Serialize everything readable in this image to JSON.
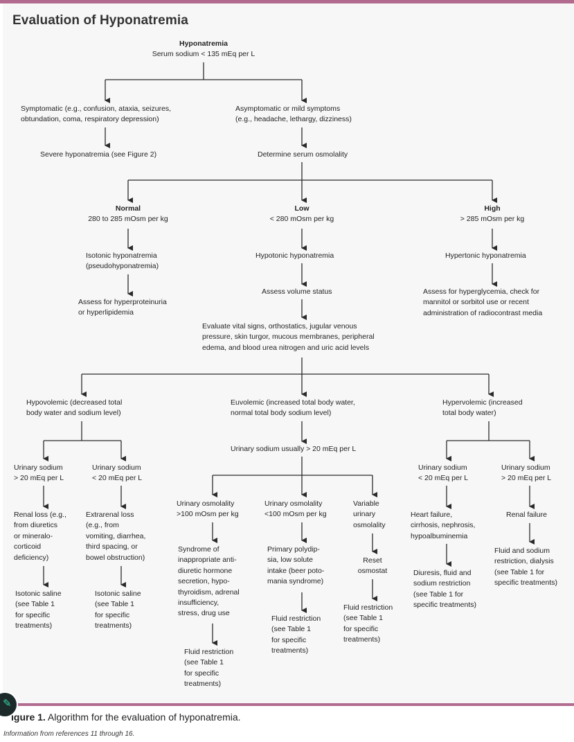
{
  "header": {
    "title": "Evaluation of Hyponatremia"
  },
  "root": {
    "title": "Hyponatremia",
    "detail": "Serum sodium < 135 mEq per L"
  },
  "symptomatic": {
    "line1": "Symptomatic (e.g., confusion, ataxia, seizures,",
    "line2": "obtundation, coma, respiratory depression)"
  },
  "asymptomatic": {
    "line1": "Asymptomatic or mild symptoms",
    "line2": "(e.g., headache, lethargy, dizziness)"
  },
  "severe": {
    "text": "Severe hyponatremia (see Figure 2)"
  },
  "determine_osm": {
    "text": "Determine serum osmolality"
  },
  "normal": {
    "title": "Normal",
    "detail": "280 to 285 mOsm per kg"
  },
  "low": {
    "title": "Low",
    "detail": "< 280 mOsm per kg"
  },
  "high": {
    "title": "High",
    "detail": "> 285 mOsm per kg"
  },
  "isotonic": {
    "line1": "Isotonic hyponatremia",
    "line2": "(pseudohyponatremia)"
  },
  "hypotonic": {
    "text": "Hypotonic hyponatremia"
  },
  "hypertonic": {
    "text": "Hypertonic hyponatremia"
  },
  "assess_protein": {
    "line1": "Assess for hyperproteinuria",
    "line2": "or hyperlipidemia"
  },
  "assess_volume": {
    "text": "Assess volume status"
  },
  "assess_glycemia": {
    "line1": "Assess for hyperglycemia, check for",
    "line2": "mannitol or sorbitol use or recent",
    "line3": "administration of radiocontrast media"
  },
  "evaluate_vitals": {
    "line1": "Evaluate vital signs, orthostatics, jugular venous",
    "line2": "pressure, skin turgor, mucous membranes, peripheral",
    "line3": "edema, and blood urea nitrogen and uric acid levels"
  },
  "hypovolemic": {
    "line1": "Hypovolemic (decreased total",
    "line2": "body water and sodium level)"
  },
  "euvolemic": {
    "line1": "Euvolemic (increased total body water,",
    "line2": "normal total body sodium level)"
  },
  "hypervolemic": {
    "line1": "Hypervolemic (increased",
    "line2": "total body water)"
  },
  "urinary_eu": {
    "text": "Urinary sodium usually > 20 mEq per L"
  },
  "hypo_high_na": {
    "line1": "Urinary sodium",
    "line2": "> 20 mEq per L"
  },
  "hypo_low_na": {
    "line1": "Urinary sodium",
    "line2": "< 20 mEq per L"
  },
  "hyper_low_na": {
    "line1": "Urinary sodium",
    "line2": "< 20 mEq per L"
  },
  "hyper_high_na": {
    "line1": "Urinary sodium",
    "line2": "> 20 mEq per L"
  },
  "eu_osm_high": {
    "line1": "Urinary osmolality",
    "line2": ">100 mOsm per kg"
  },
  "eu_osm_low": {
    "line1": "Urinary osmolality",
    "line2": "<100 mOsm per kg"
  },
  "eu_osm_var": {
    "line1": "Variable",
    "line2": "urinary",
    "line3": "osmolality"
  },
  "renal_loss": {
    "lines": [
      "Renal loss (e.g.,",
      "from diuretics",
      "or mineralo-",
      "corticoid",
      "deficiency)"
    ]
  },
  "extrarenal_loss": {
    "lines": [
      "Extrarenal loss",
      "(e.g., from",
      "vomiting, diarrhea,",
      "third spacing, or",
      "bowel obstruction)"
    ]
  },
  "siadh": {
    "lines": [
      "Syndrome of",
      "inappropriate anti-",
      "diuretic hormone",
      "secretion, hypo-",
      "thyroidism, adrenal",
      "insufficiency,",
      "stress, drug use"
    ]
  },
  "polydipsia": {
    "lines": [
      "Primary polydip-",
      "sia, low solute",
      "intake (beer poto-",
      "mania syndrome)"
    ]
  },
  "reset_osmostat": {
    "line1": "Reset",
    "line2": "osmostat"
  },
  "heart_failure": {
    "lines": [
      "Heart failure,",
      "cirrhosis, nephrosis,",
      "hypoalbuminemia"
    ]
  },
  "renal_failure": {
    "text": "Renal failure"
  },
  "saline_1": {
    "lines": [
      "Isotonic saline",
      "(see Table 1",
      "for specific",
      "treatments)"
    ]
  },
  "saline_2": {
    "lines": [
      "Isotonic saline",
      "(see Table 1",
      "for specific",
      "treatments)"
    ]
  },
  "fluid_restr_1": {
    "lines": [
      "Fluid restriction",
      "(see Table 1",
      "for specific",
      "treatments)"
    ]
  },
  "fluid_restr_2": {
    "lines": [
      "Fluid restriction",
      "(see Table 1",
      "for specific",
      "treatments)"
    ]
  },
  "fluid_restr_3": {
    "lines": [
      "Fluid restriction",
      "(see Table 1",
      "for specific",
      "treatments)"
    ]
  },
  "diuresis": {
    "lines": [
      "Diuresis, fluid and",
      "sodium restriction",
      "(see Table 1 for",
      "specific treatments)"
    ]
  },
  "fluid_sodium": {
    "lines": [
      "Fluid and sodium",
      "restriction, dialysis",
      "(see Table 1 for",
      "specific treatments)"
    ]
  },
  "caption": {
    "prefix": "igure 1.",
    "text": " Algorithm for the evaluation of hyponatremia."
  },
  "source": {
    "text": "Information from references 11 through 16."
  },
  "colors": {
    "accent": "#b26b8f",
    "line": "#2a2a2a",
    "background": "#f7f7f7"
  }
}
